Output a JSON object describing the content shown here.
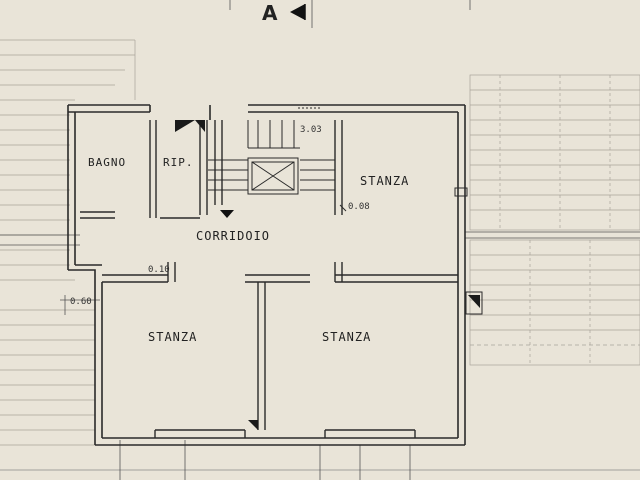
{
  "section_marker": "A",
  "rooms": {
    "bagno": "BAGNO",
    "ripostiglio": "RIP.",
    "corridoio": "CORRIDOIO",
    "stanza_top_right": "STANZA",
    "stanza_bottom_left": "STANZA",
    "stanza_bottom_right": "STANZA"
  },
  "dimensions": {
    "stair_width": "3.03",
    "dim_right": "0.08",
    "dim_left_small": "0.10",
    "dim_left_edge": "0.60"
  },
  "colors": {
    "paper": "#e9e4d8",
    "ink": "#2a2a2a",
    "faint_ink": "#8a8a8a"
  }
}
